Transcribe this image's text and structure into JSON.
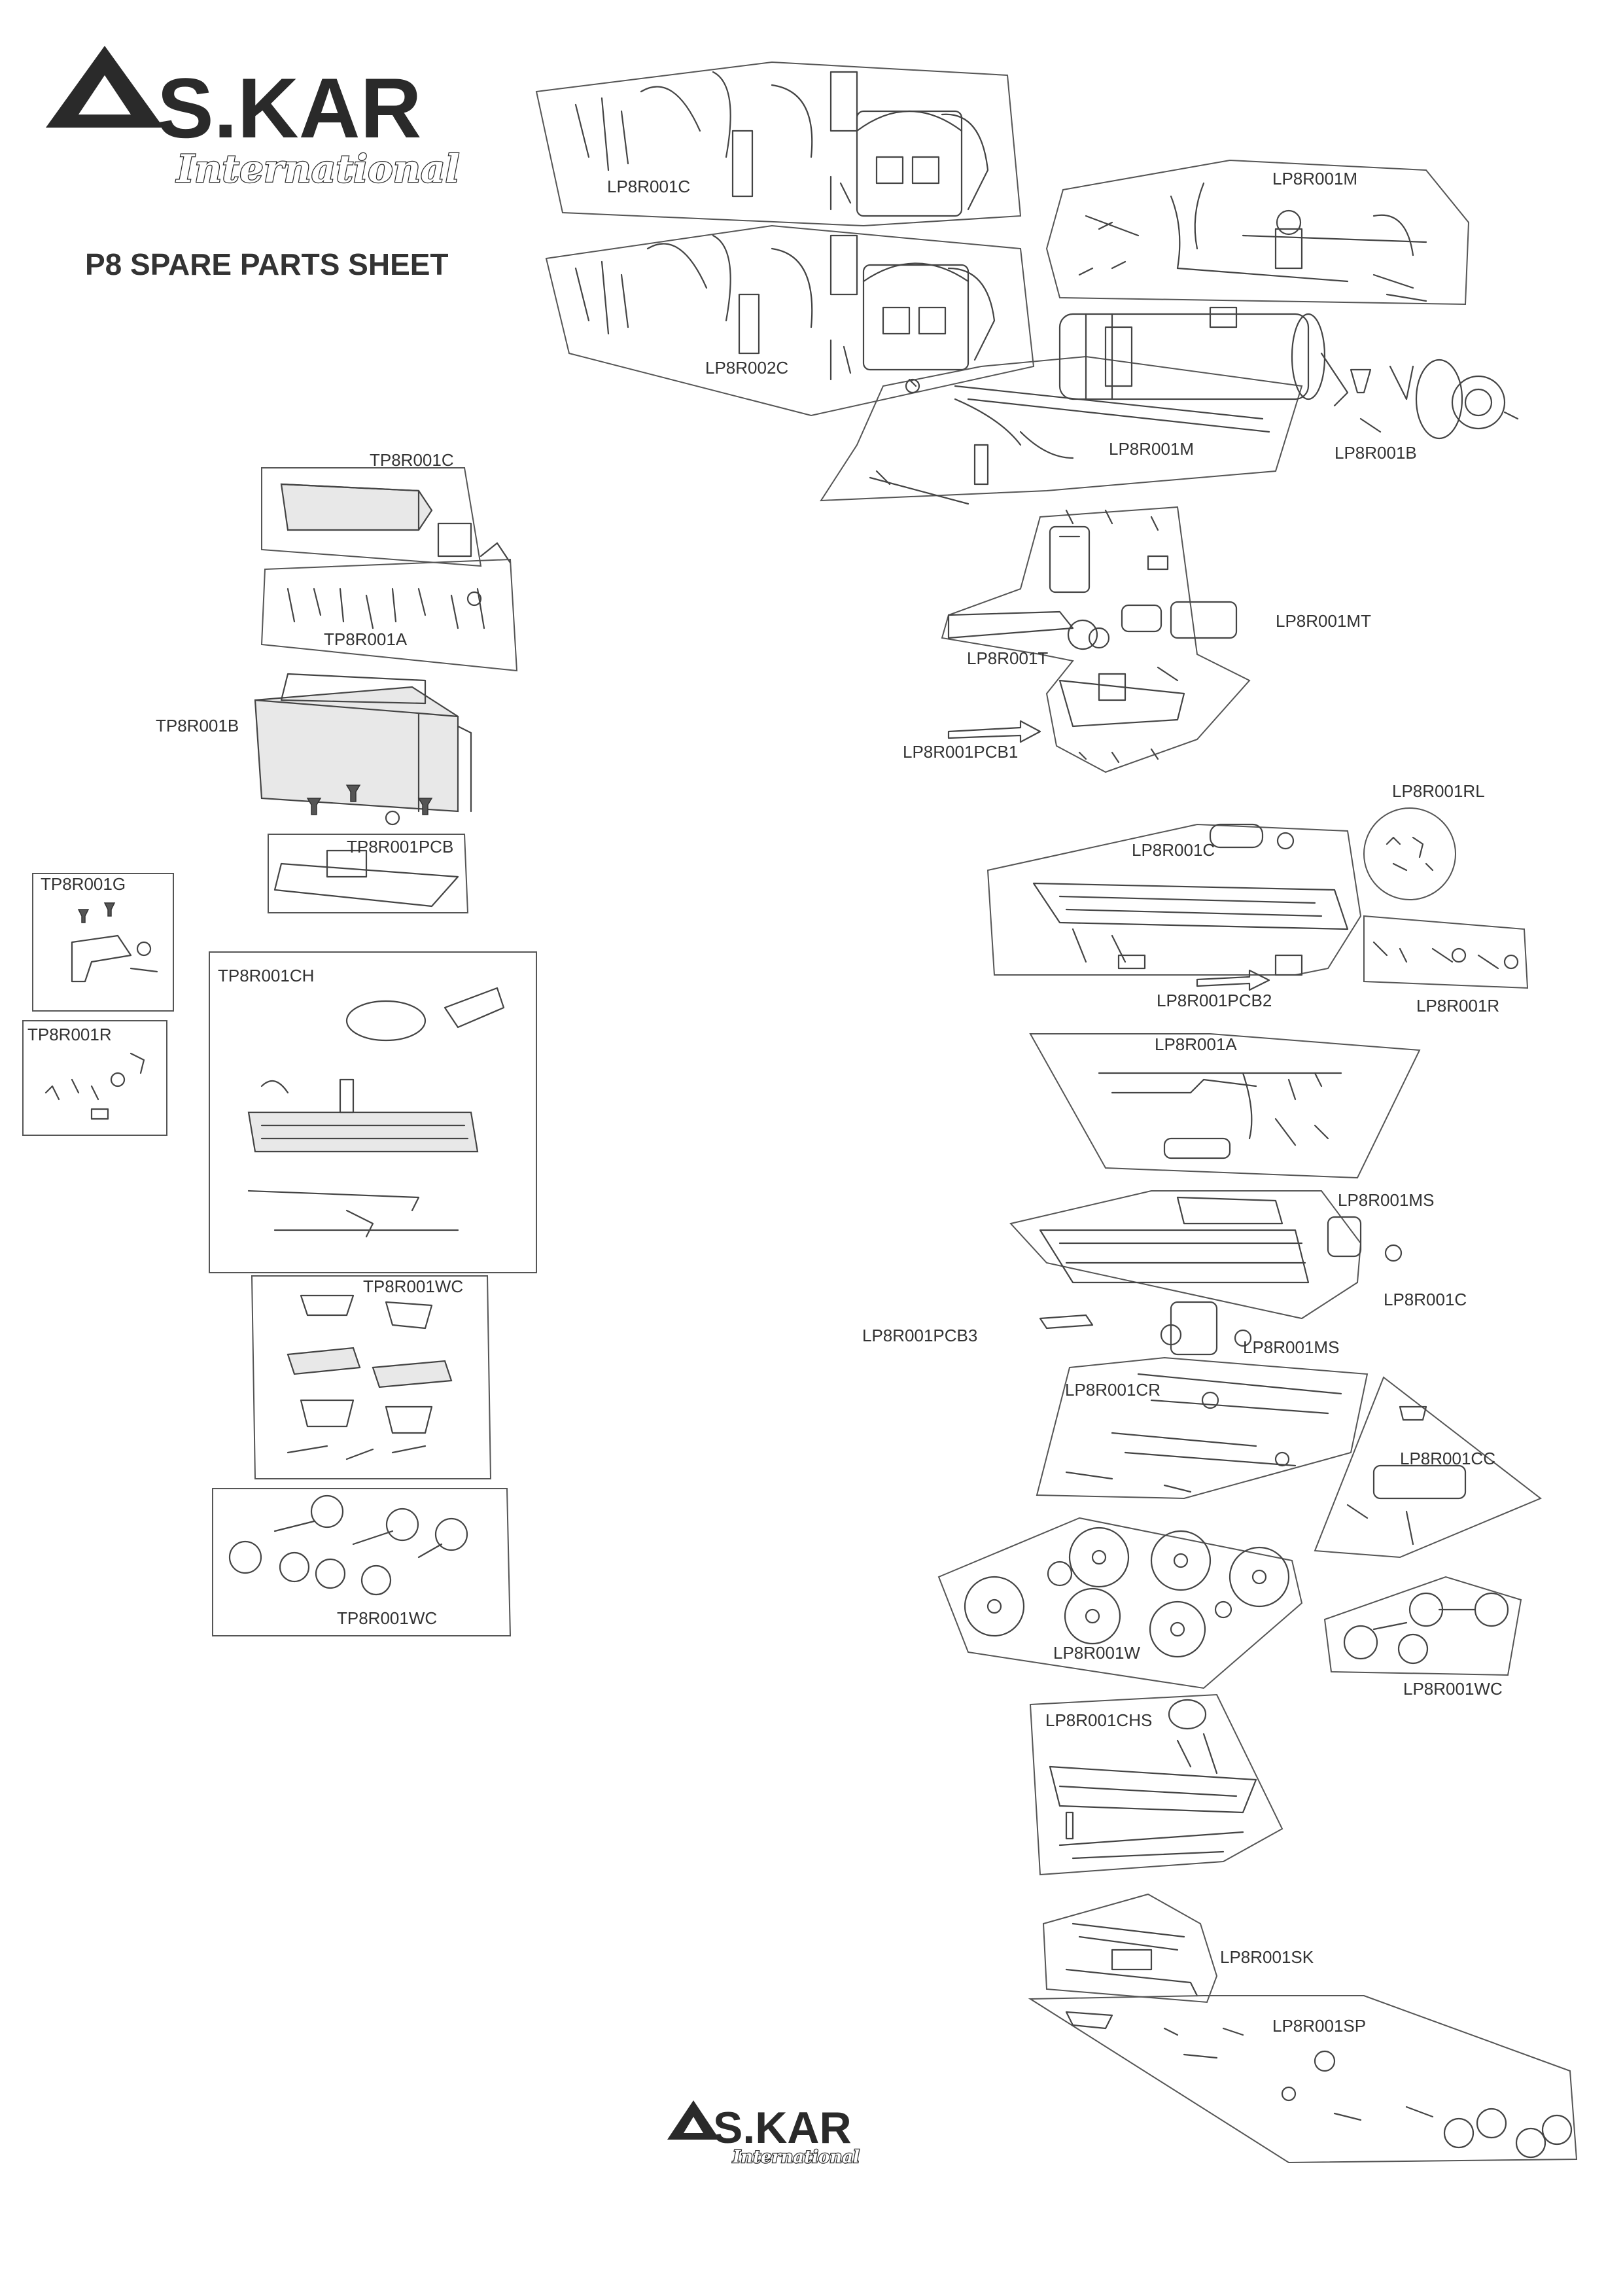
{
  "logo": {
    "brand": "S.KAR",
    "subtitle": "International"
  },
  "sheet_title": "P8 SPARE PARTS SHEET",
  "groups": {
    "lp_cab_1": "LP8R001C",
    "lp_cab_2": "LP8R002C",
    "lp_pipes_top": "LP8R001M",
    "lp_boiler": "LP8R001M",
    "lp_smokebox": "LP8R001B",
    "lp_motor": "LP8R001MT",
    "lp_tender_gear": "LP8R001T",
    "lp_pcb1": "LP8R001PCB1",
    "lp_lights": "LP8R001RL",
    "lp_chassis_cover": "LP8R001C",
    "lp_pcb2": "LP8R001PCB2",
    "lp_rods": "LP8R001R",
    "lp_details": "LP8R001A",
    "lp_motor_support": "LP8R001MS",
    "lp_chassis_frame": "LP8R001C",
    "lp_pcb3": "LP8R001PCB3",
    "lp_motor_support_2": "LP8R001MS",
    "lp_con_rods": "LP8R001CR",
    "lp_coupler": "LP8R001CC",
    "lp_wheels": "LP8R001W",
    "lp_wheelset": "LP8R001WC",
    "lp_chassis_sub": "LP8R001CHS",
    "lp_skirt": "LP8R001SK",
    "lp_spares": "LP8R001SP",
    "tp_cover": "TP8R001C",
    "tp_details": "TP8R001A",
    "tp_body": "TP8R001B",
    "tp_pcb": "TP8R001PCB",
    "tp_g": "TP8R001G",
    "tp_r": "TP8R001R",
    "tp_chassis": "TP8R001CH",
    "tp_bogies": "TP8R001WC",
    "tp_wheels": "TP8R001WC"
  }
}
